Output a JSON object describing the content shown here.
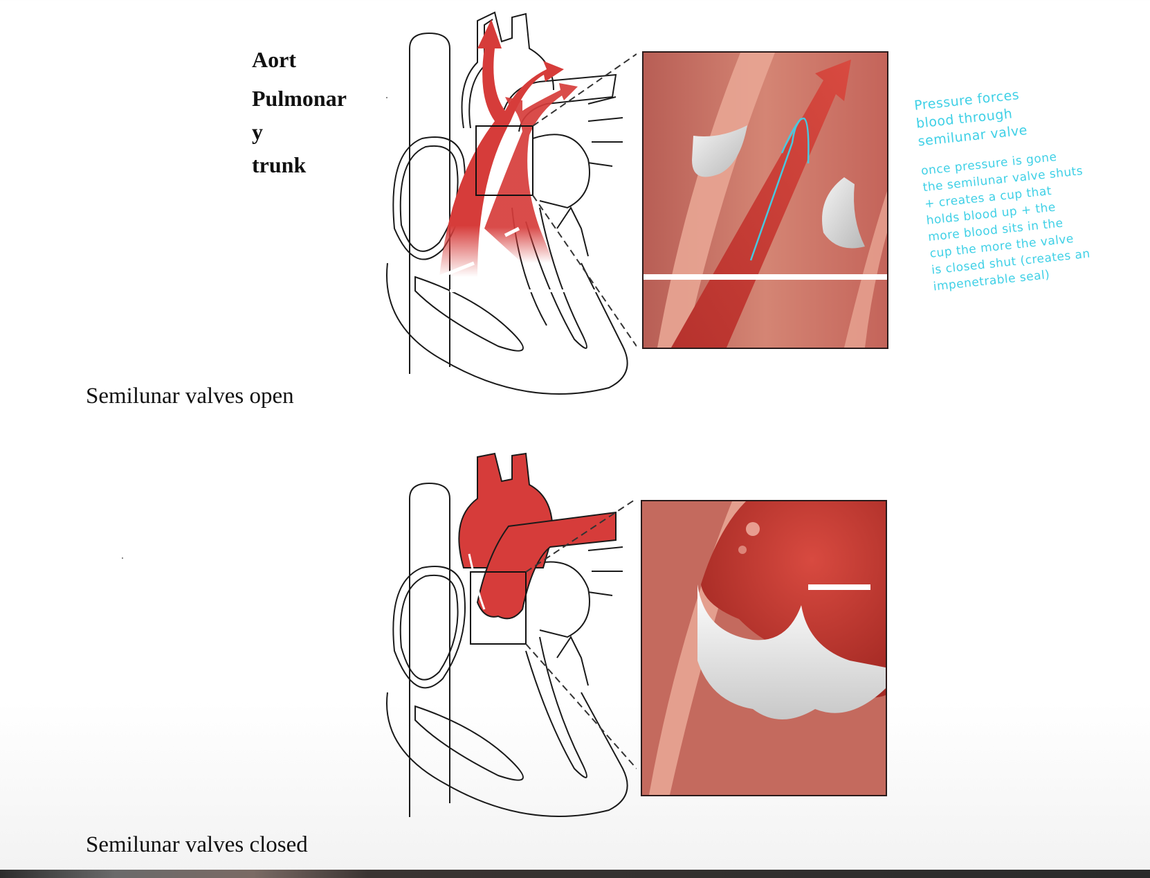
{
  "slide": {
    "labels": {
      "line1": "Aort",
      "line2": "Pulmonar",
      "line3": "y",
      "line4": "trunk"
    },
    "captions": {
      "top": "Semilunar valves open",
      "bottom": "Semilunar valves closed"
    },
    "figures": {
      "top": "heart-diagram-valves-open",
      "bottom": "heart-diagram-valves-closed"
    }
  },
  "handwritten_notes": {
    "color": "#3fd0e6",
    "note1": {
      "lines": [
        "Pressure forces",
        "blood through",
        "semilunar valve"
      ]
    },
    "note2": {
      "lines": [
        "once pressure is gone",
        "the semilunar valve shuts",
        "+ creates a cup that",
        "holds blood up + the",
        "more blood sits in the",
        "cup the more the valve",
        "is closed shut (creates an",
        "impenetrable seal)"
      ]
    }
  },
  "colors": {
    "blood_red": "#d63c3a",
    "inset_tissue": "#c4645a",
    "valve_white": "#e8e8e8",
    "outline": "#1a1a1a"
  }
}
